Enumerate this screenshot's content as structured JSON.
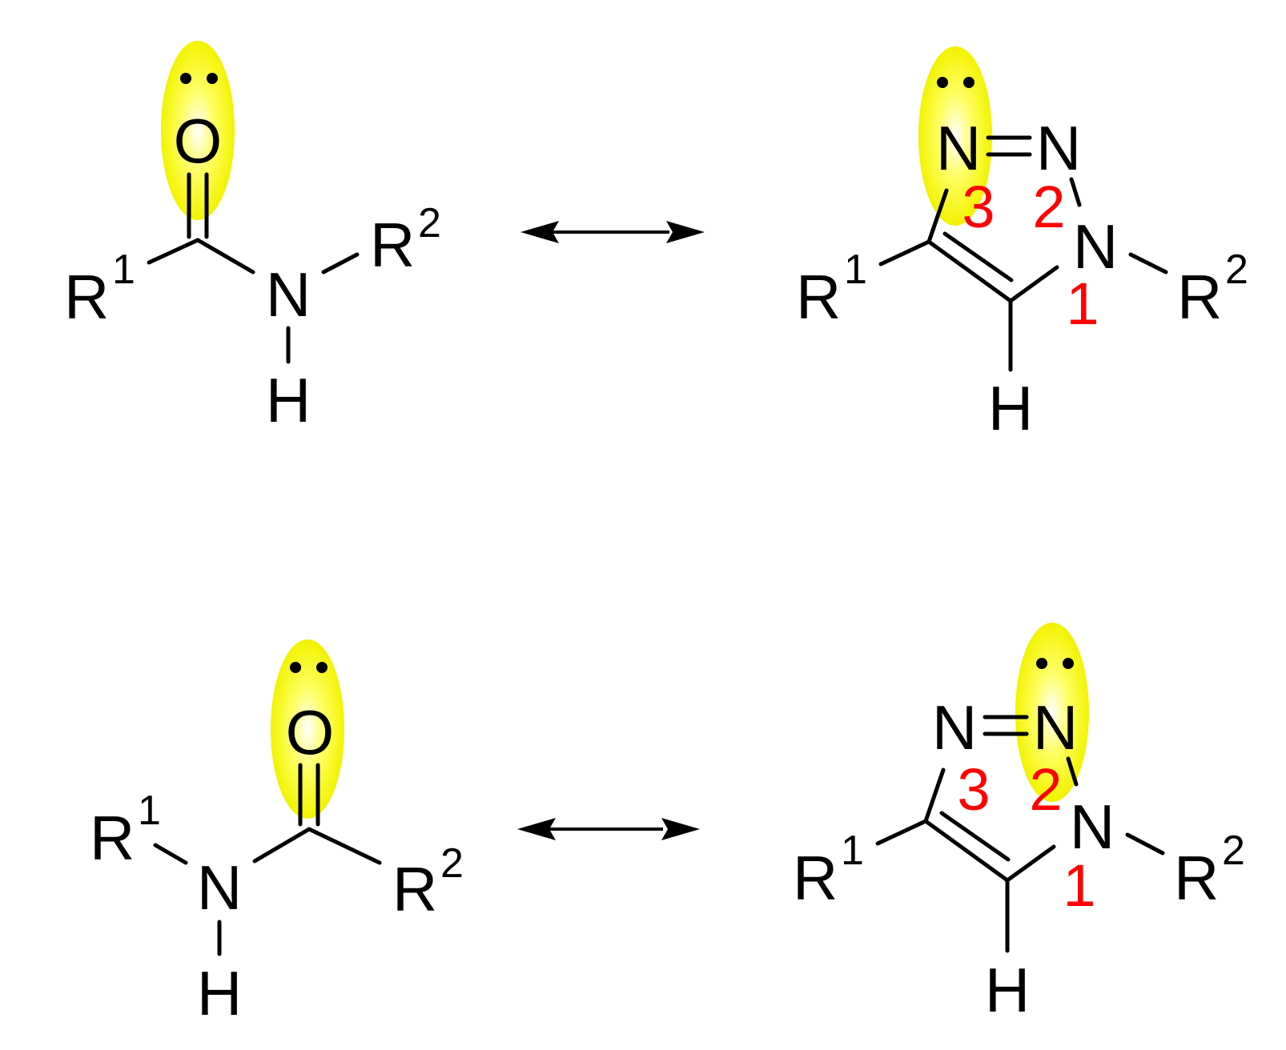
{
  "colors": {
    "highlight": "#ffff33",
    "highlight_edge": "#e6e600",
    "position_number": "#ff0000",
    "ink": "#000000"
  },
  "atoms": {
    "R": "R",
    "O": "O",
    "N": "N",
    "H": "H"
  },
  "superscripts": {
    "one": "1",
    "two": "2"
  },
  "positions": {
    "p1": "1",
    "p2": "2",
    "p3": "3"
  }
}
